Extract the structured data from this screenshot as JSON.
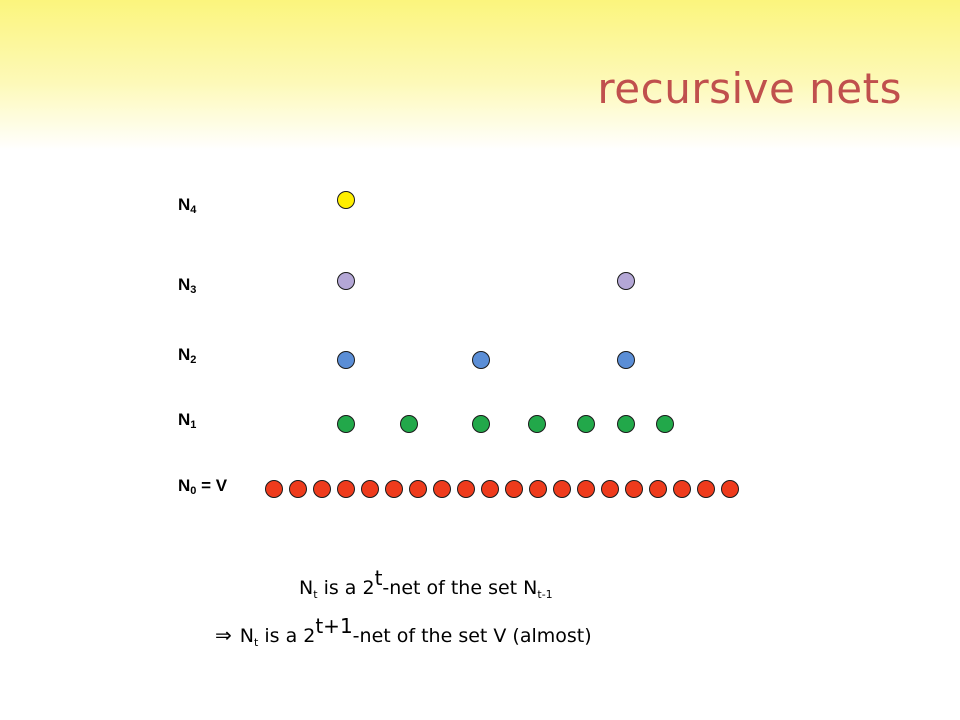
{
  "title": "recursive nets",
  "levels": [
    {
      "id": "n4",
      "label_base": "N",
      "label_sub": "4",
      "label_suffix": "",
      "color": "#ffef00"
    },
    {
      "id": "n3",
      "label_base": "N",
      "label_sub": "3",
      "label_suffix": "",
      "color": "#b4a7d6"
    },
    {
      "id": "n2",
      "label_base": "N",
      "label_sub": "2",
      "label_suffix": "",
      "color": "#5b8ed6"
    },
    {
      "id": "n1",
      "label_base": "N",
      "label_sub": "1",
      "label_suffix": "",
      "color": "#22a84a"
    },
    {
      "id": "n0",
      "label_base": "N",
      "label_sub": "0",
      "label_suffix": " = V",
      "color": "#ee3b1c"
    }
  ],
  "captions": {
    "line1": {
      "p1": "N",
      "sub1": "t",
      "p2": " is a 2",
      "sup1": "t",
      "p3": "-net of the set N",
      "sub2": "t-1"
    },
    "line2": {
      "arrow": "⇒",
      "p1": "N",
      "sub1": "t",
      "p2": " is a 2",
      "sup1": "t+1",
      "p3": "-net of the set V (almost)"
    }
  }
}
